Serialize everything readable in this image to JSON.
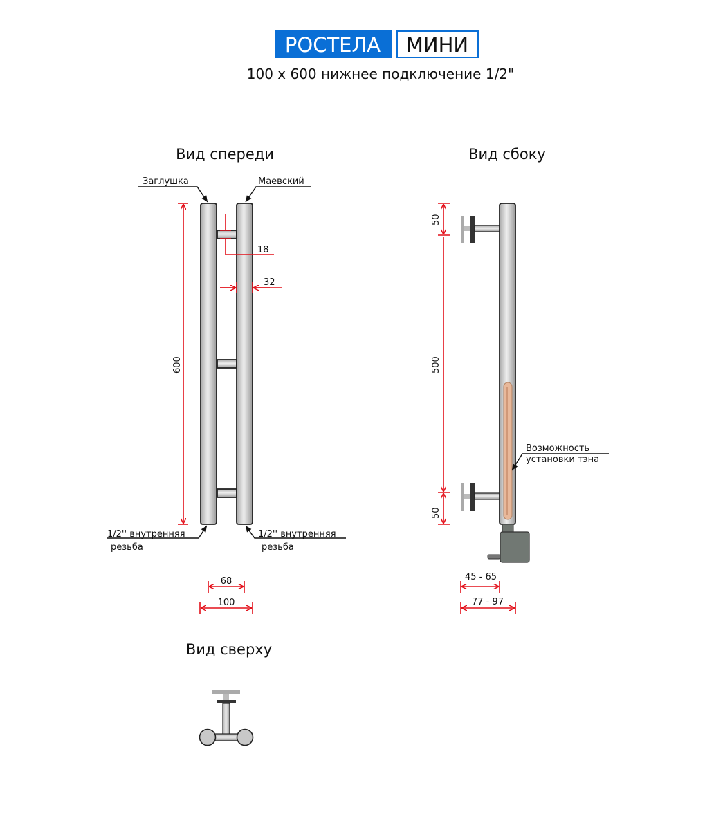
{
  "header": {
    "brand": "РОСТЕЛА",
    "model": "МИНИ",
    "subtitle": "100 x 600 нижнее подключение 1/2\""
  },
  "front_view": {
    "title": "Вид спереди",
    "labels": {
      "plug": "Заглушка",
      "valve": "Маевский",
      "thread_left": "1/2'' внутренняя",
      "thread_left_2": "резьба",
      "thread_right": "1/2'' внутренняя",
      "thread_right_2": "резьба"
    },
    "dims": {
      "height": "600",
      "crossbar": "18",
      "tube": "32",
      "inner": "68",
      "outer": "100"
    }
  },
  "side_view": {
    "title": "Вид сбоку",
    "labels": {
      "heater_1": "Возможность",
      "heater_2": "установки тэна"
    },
    "dims": {
      "top": "50",
      "middle": "500",
      "bottom": "50",
      "wall_min": "45 - 65",
      "wall_max": "77 - 97"
    }
  },
  "top_view": {
    "title": "Вид сверху"
  },
  "colors": {
    "brand_blue": "#0a6fd6",
    "dimension_red": "#e3101a",
    "tube_grey": "#c8c8c8",
    "heater_copper": "#e8b89a"
  }
}
